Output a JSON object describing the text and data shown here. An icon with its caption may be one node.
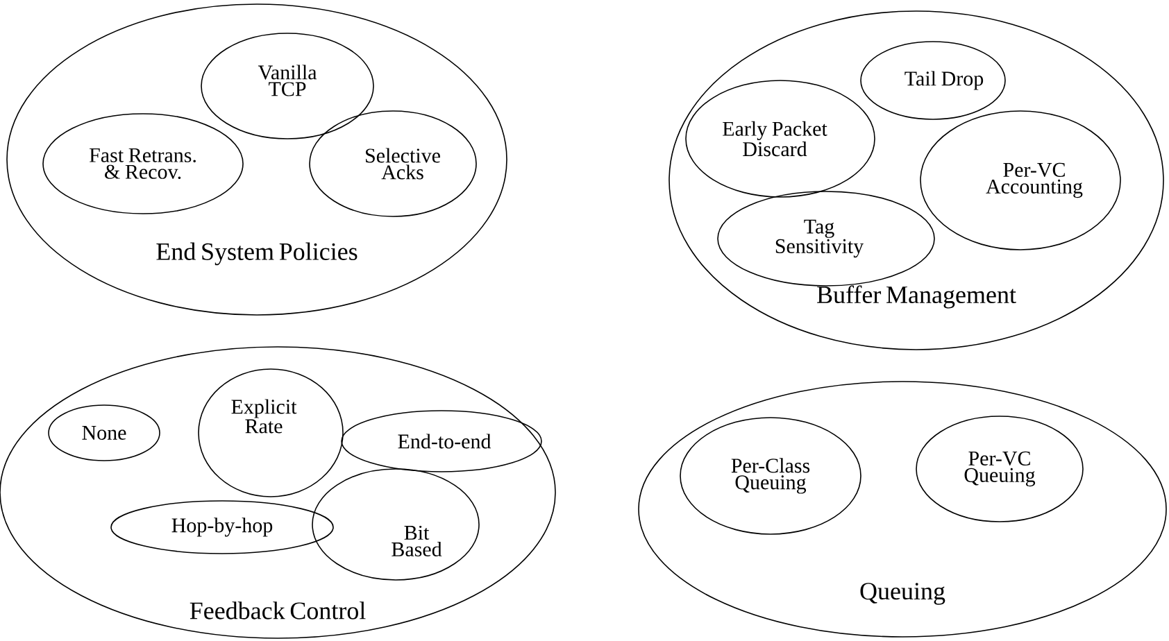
{
  "diagram": {
    "nodes": [
      {
        "text": [
          "End System Policies"
        ]
      },
      {
        "text": [
          "Vanilla TCP"
        ],
        "in": 0
      },
      {
        "text": [
          "Fast Retrans. & Recov."
        ],
        "in": 0
      },
      {
        "text": [
          "Selective Acks"
        ],
        "in": 0
      },
      {
        "text": [
          "Buffer Management"
        ]
      },
      {
        "text": [
          "Tail Drop"
        ],
        "in": 4
      },
      {
        "text": [
          "Early Packet Discard"
        ],
        "in": 4
      },
      {
        "text": [
          "Per-VC Accounting"
        ],
        "in": 4
      },
      {
        "text": [
          "Tag Sensitivity"
        ],
        "in": 4
      },
      {
        "text": [
          "Feedback Control"
        ]
      },
      {
        "text": [
          "None"
        ],
        "in": 9
      },
      {
        "text": [
          "Explicit Rate"
        ],
        "in": 9
      },
      {
        "text": [
          "End-to-end"
        ],
        "in": 9
      },
      {
        "text": [
          "Bit Based"
        ],
        "in": 9
      },
      {
        "text": [
          "Hop-by-hop"
        ],
        "in": 9
      },
      {
        "text": [
          "Queuing"
        ]
      },
      {
        "text": [
          "Per-Class Queuing"
        ],
        "in": 15
      },
      {
        "text": [
          "Per-VC Queuing"
        ],
        "in": 15
      }
    ]
  }
}
